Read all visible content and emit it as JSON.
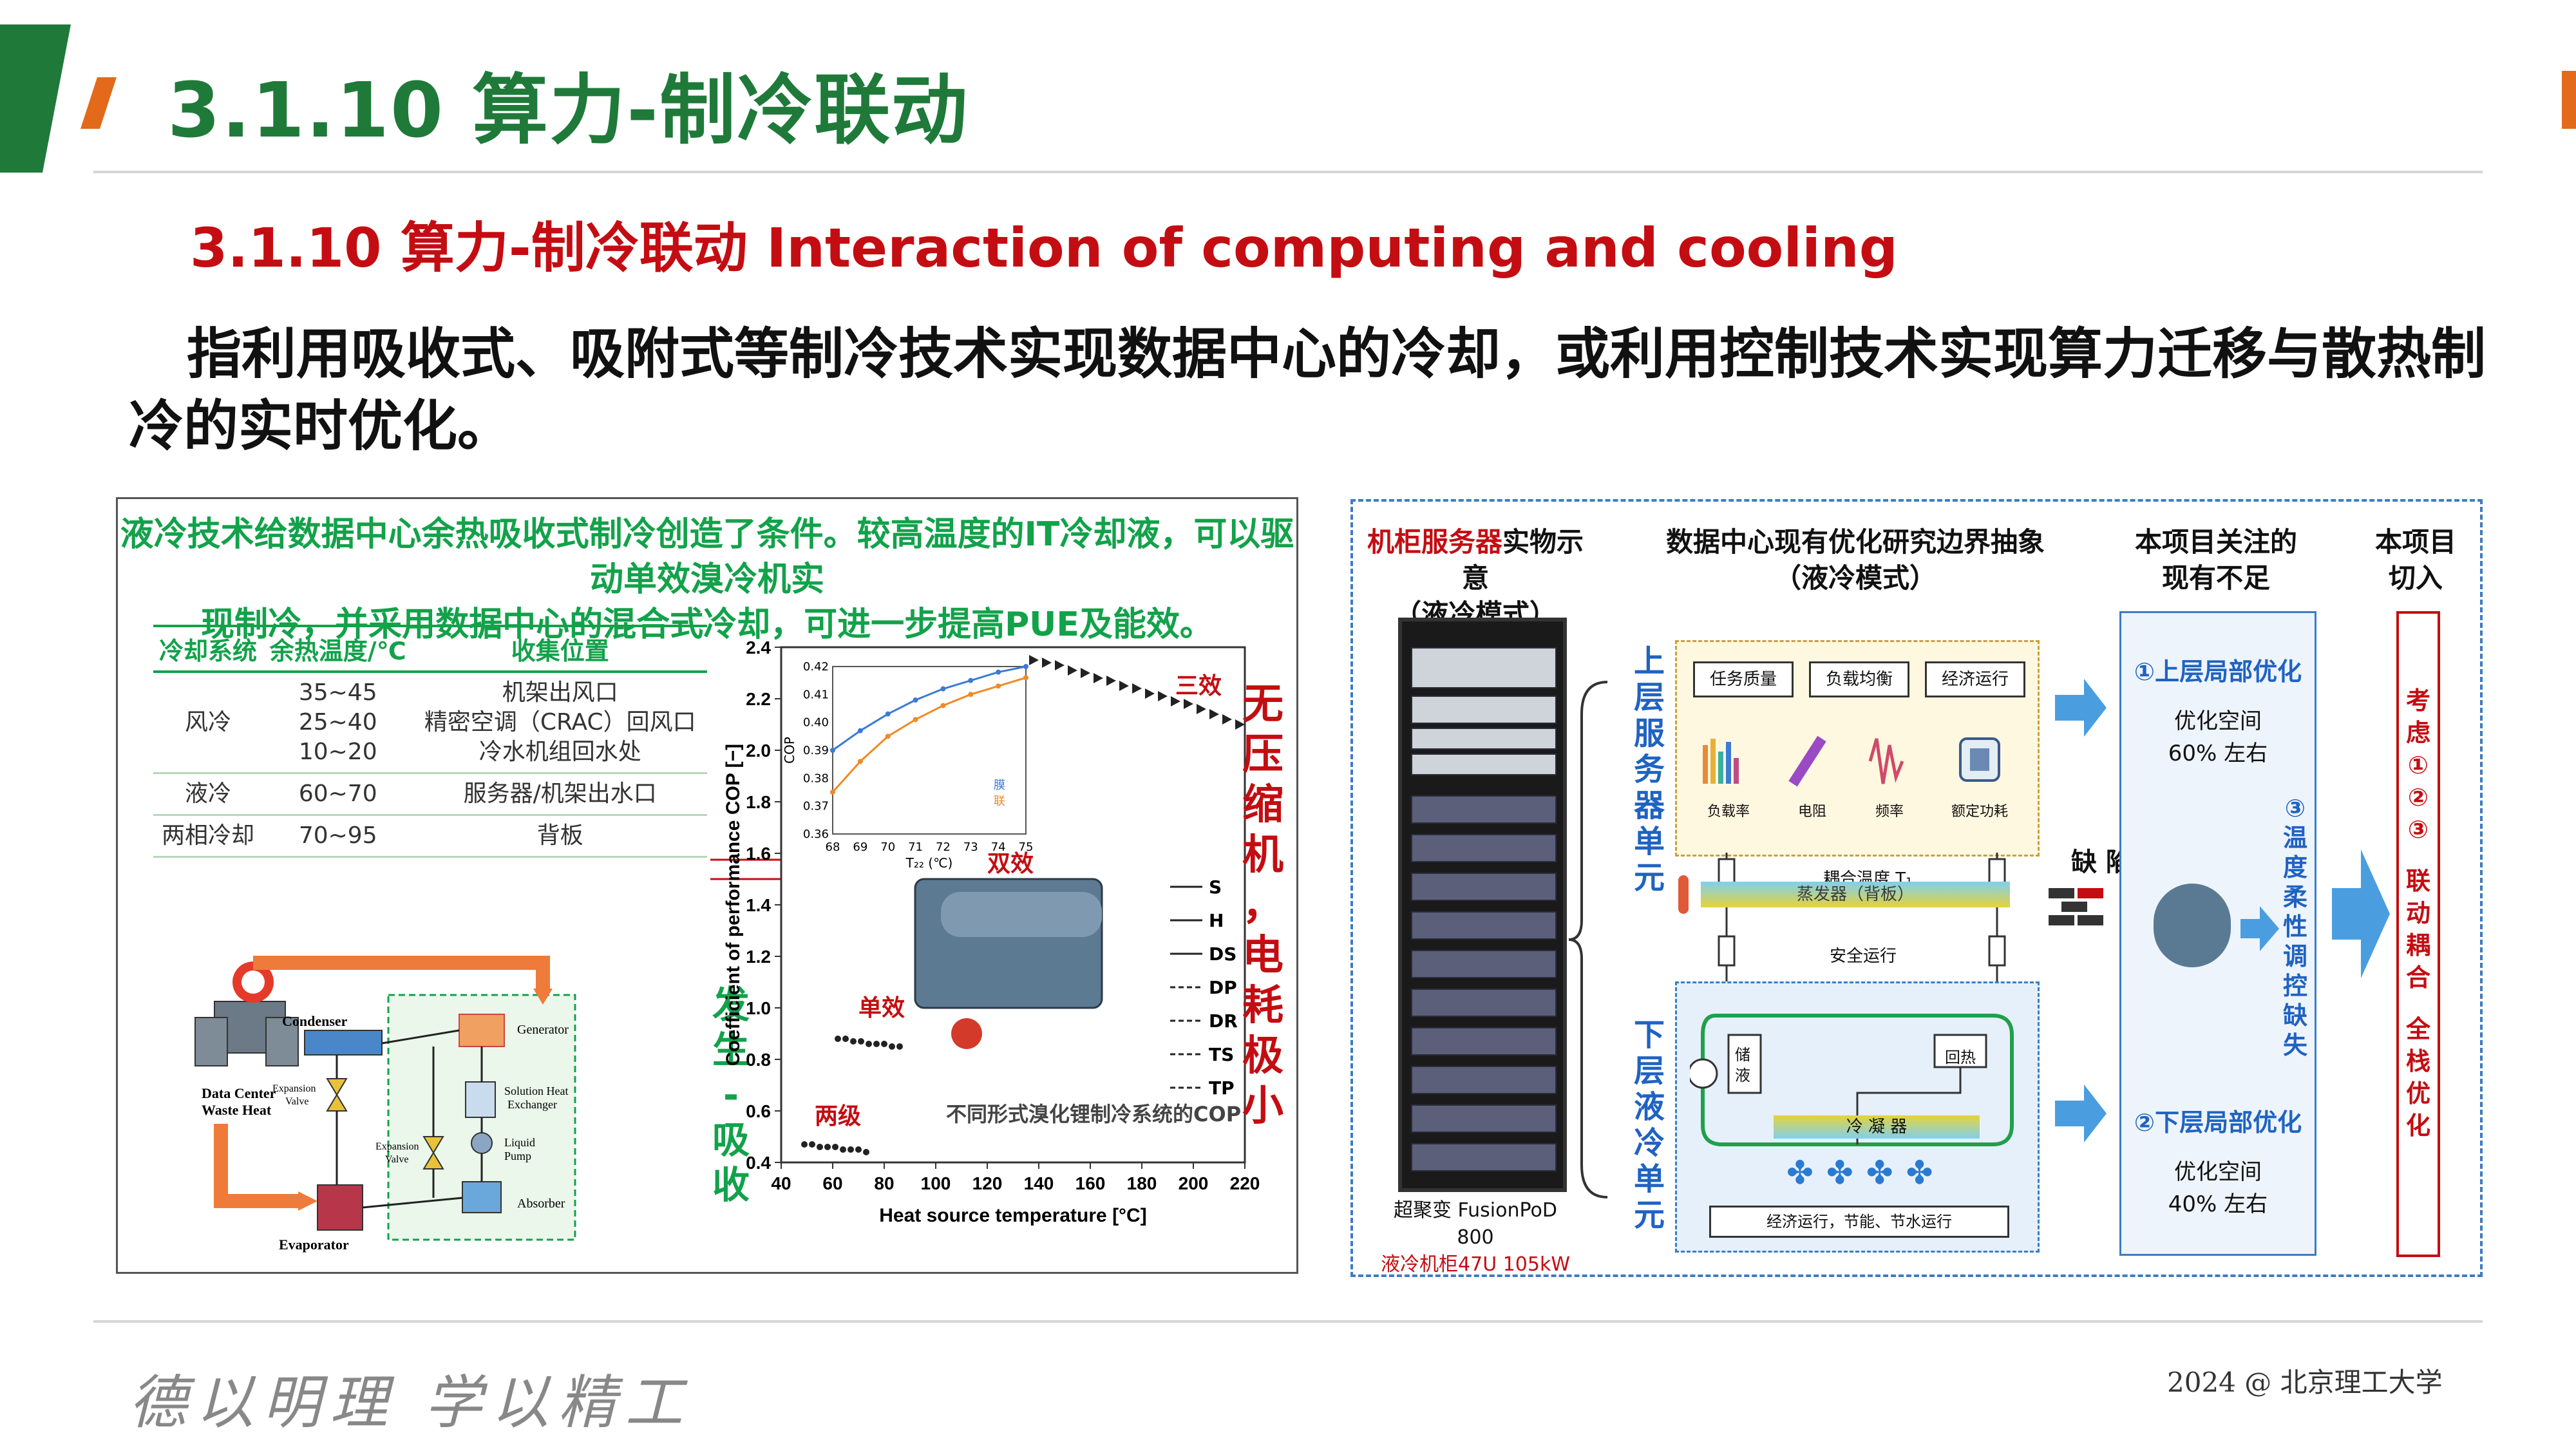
{
  "header": {
    "title": "3.1.10  算力-制冷联动",
    "subtitle": "3.1.10 算力-制冷联动  Interaction of computing and cooling",
    "paragraph": "指利用吸收式、吸附式等制冷技术实现数据中心的冷却，或利用控制技术实现算力迁移与散热制冷的实时优化。"
  },
  "left_panel": {
    "headline_1": "液冷技术给数据中心余热吸收式制冷创造了条件。较高温度的IT冷却液，可以驱动单效溴冷机实",
    "headline_2": "现制冷，并采用数据中心的混合式冷却，可进一步提高PUE及能效。",
    "table": {
      "headers": [
        "冷却系统",
        "余热温度/℃",
        "收集位置"
      ],
      "rows": [
        {
          "system": "风冷",
          "temp": "35~45\n25~40\n10~20",
          "location": "机架出风口\n精密空调（CRAC）回风口\n冷水机组回水处"
        },
        {
          "system": "液冷",
          "temp": "60~70",
          "location": "服务器/机架出水口"
        },
        {
          "system": "两相冷却",
          "temp": "70~95",
          "location": "背板"
        }
      ]
    },
    "diagram": {
      "condenser": "Condenser",
      "generator": "Generator",
      "data_center": "Data Center\nWaste Heat",
      "exp_valve_1": "Expansion\nValve",
      "exp_valve_2": "Expansion\nValve",
      "solution_hx": "Solution Heat\nExchanger",
      "liquid_pump": "Liquid\nPump",
      "absorber": "Absorber",
      "evaporator": "Evaporator"
    },
    "gen_abs_label": [
      "发",
      "生",
      "-",
      "吸",
      "收"
    ],
    "side_label": [
      "无",
      "压",
      "缩",
      "机",
      "，",
      "电",
      "耗",
      "极",
      "小"
    ]
  },
  "chart_data": {
    "type": "scatter",
    "xlabel": "Heat source temperature [°C]",
    "ylabel": "Coefficient of performance COP [−]",
    "xlim": [
      40,
      220
    ],
    "ylim": [
      0.4,
      2.4
    ],
    "xticks": [
      40,
      60,
      80,
      100,
      120,
      140,
      160,
      180,
      200,
      220
    ],
    "yticks": [
      0.4,
      0.6,
      0.8,
      1.0,
      1.2,
      1.4,
      1.6,
      1.8,
      2.0,
      2.2,
      2.4
    ],
    "annotations": {
      "three_effect": "三效",
      "double_effect": "双效",
      "single_effect": "单效",
      "two_stage": "两级",
      "caption": "不同形式溴化锂制冷系统的COP"
    },
    "legend": [
      "S",
      "H",
      "DS",
      "DP",
      "DR",
      "TS",
      "TP"
    ],
    "series": [
      {
        "name": "TP",
        "x": [
          138,
          143,
          148,
          153,
          158,
          163,
          168,
          173,
          178,
          183,
          188,
          193,
          198,
          203,
          208,
          213,
          218
        ],
        "y": [
          2.35,
          2.34,
          2.33,
          2.31,
          2.3,
          2.28,
          2.27,
          2.25,
          2.24,
          2.22,
          2.21,
          2.19,
          2.18,
          2.16,
          2.14,
          2.12,
          2.1
        ]
      },
      {
        "name": "S",
        "x": [
          62,
          65,
          68,
          71,
          74,
          77,
          80,
          83,
          86
        ],
        "y": [
          0.88,
          0.88,
          0.87,
          0.87,
          0.86,
          0.86,
          0.86,
          0.85,
          0.85
        ]
      },
      {
        "name": "H",
        "x": [
          49,
          52,
          55,
          58,
          61,
          64,
          67,
          70,
          73
        ],
        "y": [
          0.47,
          0.47,
          0.46,
          0.46,
          0.46,
          0.45,
          0.45,
          0.45,
          0.44
        ]
      }
    ],
    "inset": {
      "xticks": [
        68,
        69,
        70,
        71,
        72,
        73,
        74,
        75
      ],
      "yticks": [
        0.36,
        0.37,
        0.38,
        0.39,
        0.4,
        0.41,
        0.42
      ],
      "xlabel": "T₂₂ (℃)",
      "ylabel": "COP",
      "series": [
        {
          "name": "a",
          "color": "#3a7bd5",
          "x": [
            68,
            69,
            70,
            71,
            72,
            73,
            74,
            75
          ],
          "y": [
            0.39,
            0.397,
            0.403,
            0.408,
            0.412,
            0.415,
            0.418,
            0.42
          ]
        },
        {
          "name": "b",
          "color": "#f08a24",
          "x": [
            68,
            69,
            70,
            71,
            72,
            73,
            74,
            75
          ],
          "y": [
            0.375,
            0.386,
            0.395,
            0.401,
            0.406,
            0.41,
            0.413,
            0.416
          ]
        }
      ],
      "legend": [
        "膜",
        "联"
      ]
    }
  },
  "right_panel": {
    "col1_title_red": "机柜服务器",
    "col1_title_black": "实物示意",
    "col1_sub": "（液冷模式）",
    "col2_title": "数据中心现有优化研究边界抽象",
    "col2_sub": "（液冷模式）",
    "col3_title_1": "本项目关注的",
    "col3_title_2": "现有不足",
    "col4_title_1": "本项目",
    "col4_title_2": "切入",
    "rack_caption_1": "超聚变 FusionPoD 800",
    "rack_caption_2": "液冷机柜47U 105kW",
    "upper_unit": [
      "上",
      "层",
      "服",
      "务",
      "器",
      "单",
      "元"
    ],
    "lower_unit": [
      "下",
      "层",
      "液",
      "冷",
      "单",
      "元"
    ],
    "top_boxes": [
      "任务质量",
      "负载均衡",
      "经济运行"
    ],
    "top_icons": [
      "负载率",
      "电阻",
      "频率",
      "额定功耗"
    ],
    "coupling_temp": "耦合温度 T₁",
    "evaporator_back": "蒸发器（背板）",
    "safe_run": "安全运行",
    "storage": "储液",
    "return_heat": "回热",
    "condenser": "冷  凝  器",
    "bottom_bar": "经济运行，节能、节水运行",
    "defect": "缺 陷",
    "upper_opt": "①上层局部优化",
    "upper_space": "优化空间",
    "upper_pct": "60% 左右",
    "mid_vertical": [
      "③",
      "温",
      "度",
      "柔",
      "性",
      "调",
      "控",
      "缺",
      "失"
    ],
    "lower_opt": "②下层局部优化",
    "lower_space": "优化空间",
    "lower_pct": "40% 左右",
    "consider": [
      "考",
      "虑",
      "①",
      "②",
      "③",
      "",
      "联",
      "动",
      "耦",
      "合",
      "",
      "全",
      "栈",
      "优",
      "化"
    ]
  },
  "footer": {
    "motto": "德以明理  学以精工",
    "right": "2024 @ 北京理工大学"
  },
  "colors": {
    "green": "#1f7a3a",
    "red": "#c40d12",
    "orange": "#e26a1a",
    "blue": "#1f63c2"
  }
}
